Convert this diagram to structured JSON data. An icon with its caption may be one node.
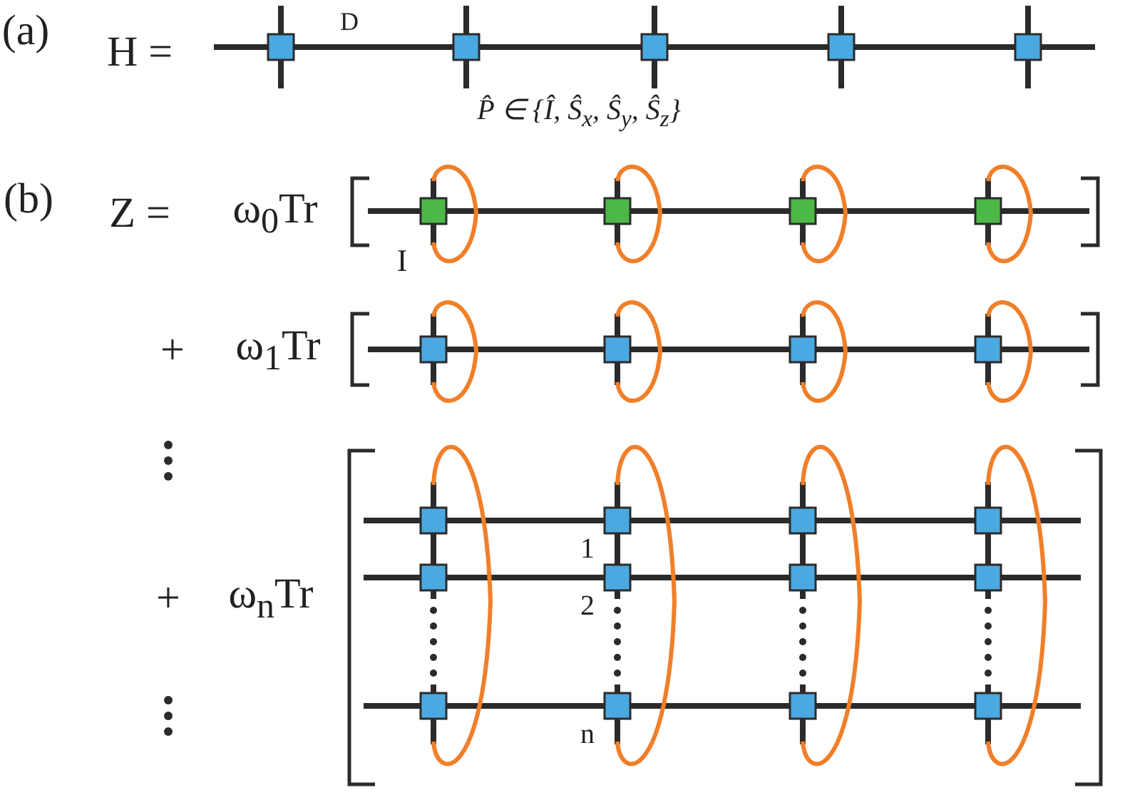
{
  "diagram": {
    "labels": [
      "(a)",
      "H =",
      "D",
      "P̂ ∈ {Î, Ŝ$_{x}$, Ŝ$_{y}$, Ŝ$_{z}$}",
      "(b)",
      "Z =",
      "ω$_{0}$Tr",
      "I",
      "+",
      "ω$_{1}$Tr",
      "+",
      "ω$_{n}$Tr",
      "1",
      "2",
      "n"
    ]
  }
}
